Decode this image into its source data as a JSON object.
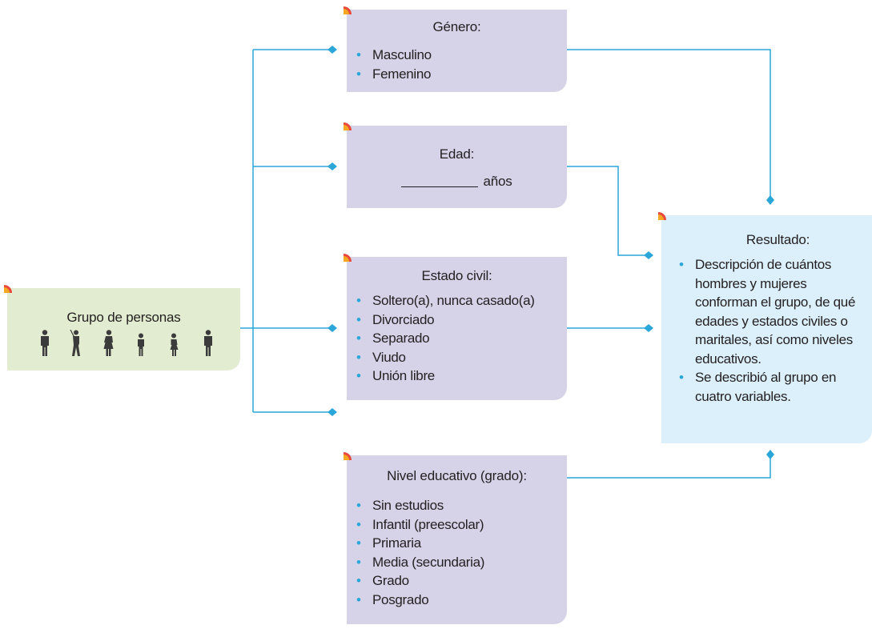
{
  "nodes": {
    "group": {
      "title": "Grupo de personas",
      "people_icons": [
        "man-icon",
        "golfer-icon",
        "woman-icon",
        "child-icon",
        "girl-icon",
        "man-icon"
      ]
    },
    "genero": {
      "title": "Género:",
      "items": [
        "Masculino",
        "Femenino"
      ]
    },
    "edad": {
      "title": "Edad:",
      "unit": "años"
    },
    "estado_civil": {
      "title": "Estado civil:",
      "items": [
        "Soltero(a), nunca casado(a)",
        "Divorciado",
        "Separado",
        "Viudo",
        "Unión libre"
      ]
    },
    "nivel_educativo": {
      "title": "Nivel educativo (grado):",
      "items": [
        "Sin estudios",
        "Infantil (preescolar)",
        "Primaria",
        "Media (secundaria)",
        "Grado",
        "Posgrado"
      ]
    },
    "resultado": {
      "title": "Resultado:",
      "items": [
        "Descripción de cuántos hombres y mujeres conforman el grupo, de qué edades y estados civiles o maritales, así como niveles educativos.",
        "Se describió al grupo en cuatro variables."
      ]
    }
  },
  "colors": {
    "connector": "#2aa6d9",
    "bullet": "#2aa6d9",
    "category_box": "#d6d3e8",
    "group_box": "#e2ecd0",
    "result_box": "#dcf0fb",
    "corner_mark": "#e8483c",
    "icon": "#3b3b3b"
  }
}
